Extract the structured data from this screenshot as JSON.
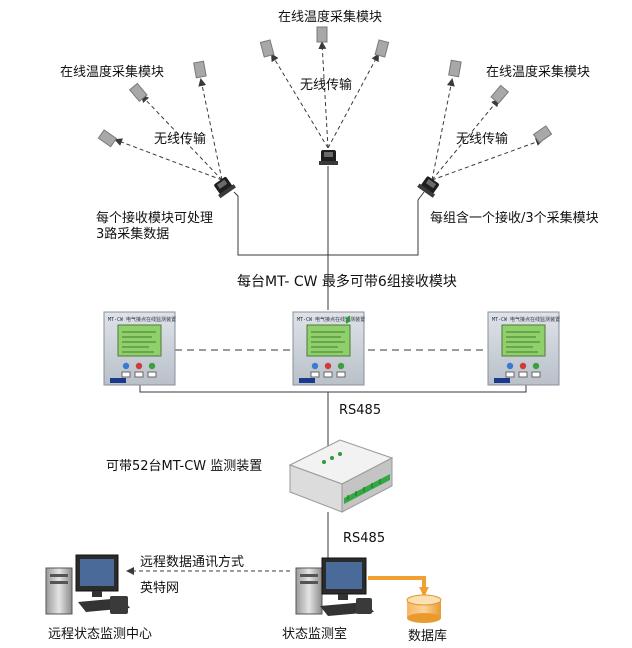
{
  "labels": {
    "sensor_top": "在线温度采集模块",
    "sensor_left": "在线温度采集模块",
    "sensor_right": "在线温度采集模块",
    "wireless_top": "无线传输",
    "wireless_left": "无线传输",
    "wireless_right": "无线传输",
    "receiver_note_line1": "每个接收模块可处理",
    "receiver_note_line2": "3路采集数据",
    "group_note": "每组含一个接收/3个采集模块",
    "max_receivers": "每台MT- CW  最多可带6组接收模块",
    "rs485_upper": "RS485",
    "concentrator_note": "可带52台MT-CW 监测装置",
    "rs485_lower": "RS485",
    "remote_comm": "远程数据通讯方式",
    "internet": "英特网",
    "remote_center": "远程状态监测中心",
    "monitor_room": "状态监测室",
    "database": "数据库"
  },
  "colors": {
    "line": "#3a3a3a",
    "panel": "#c9ced6",
    "lcd": "#8fd06a",
    "database": "#f0a640",
    "arrow_db": "#f0a030"
  }
}
